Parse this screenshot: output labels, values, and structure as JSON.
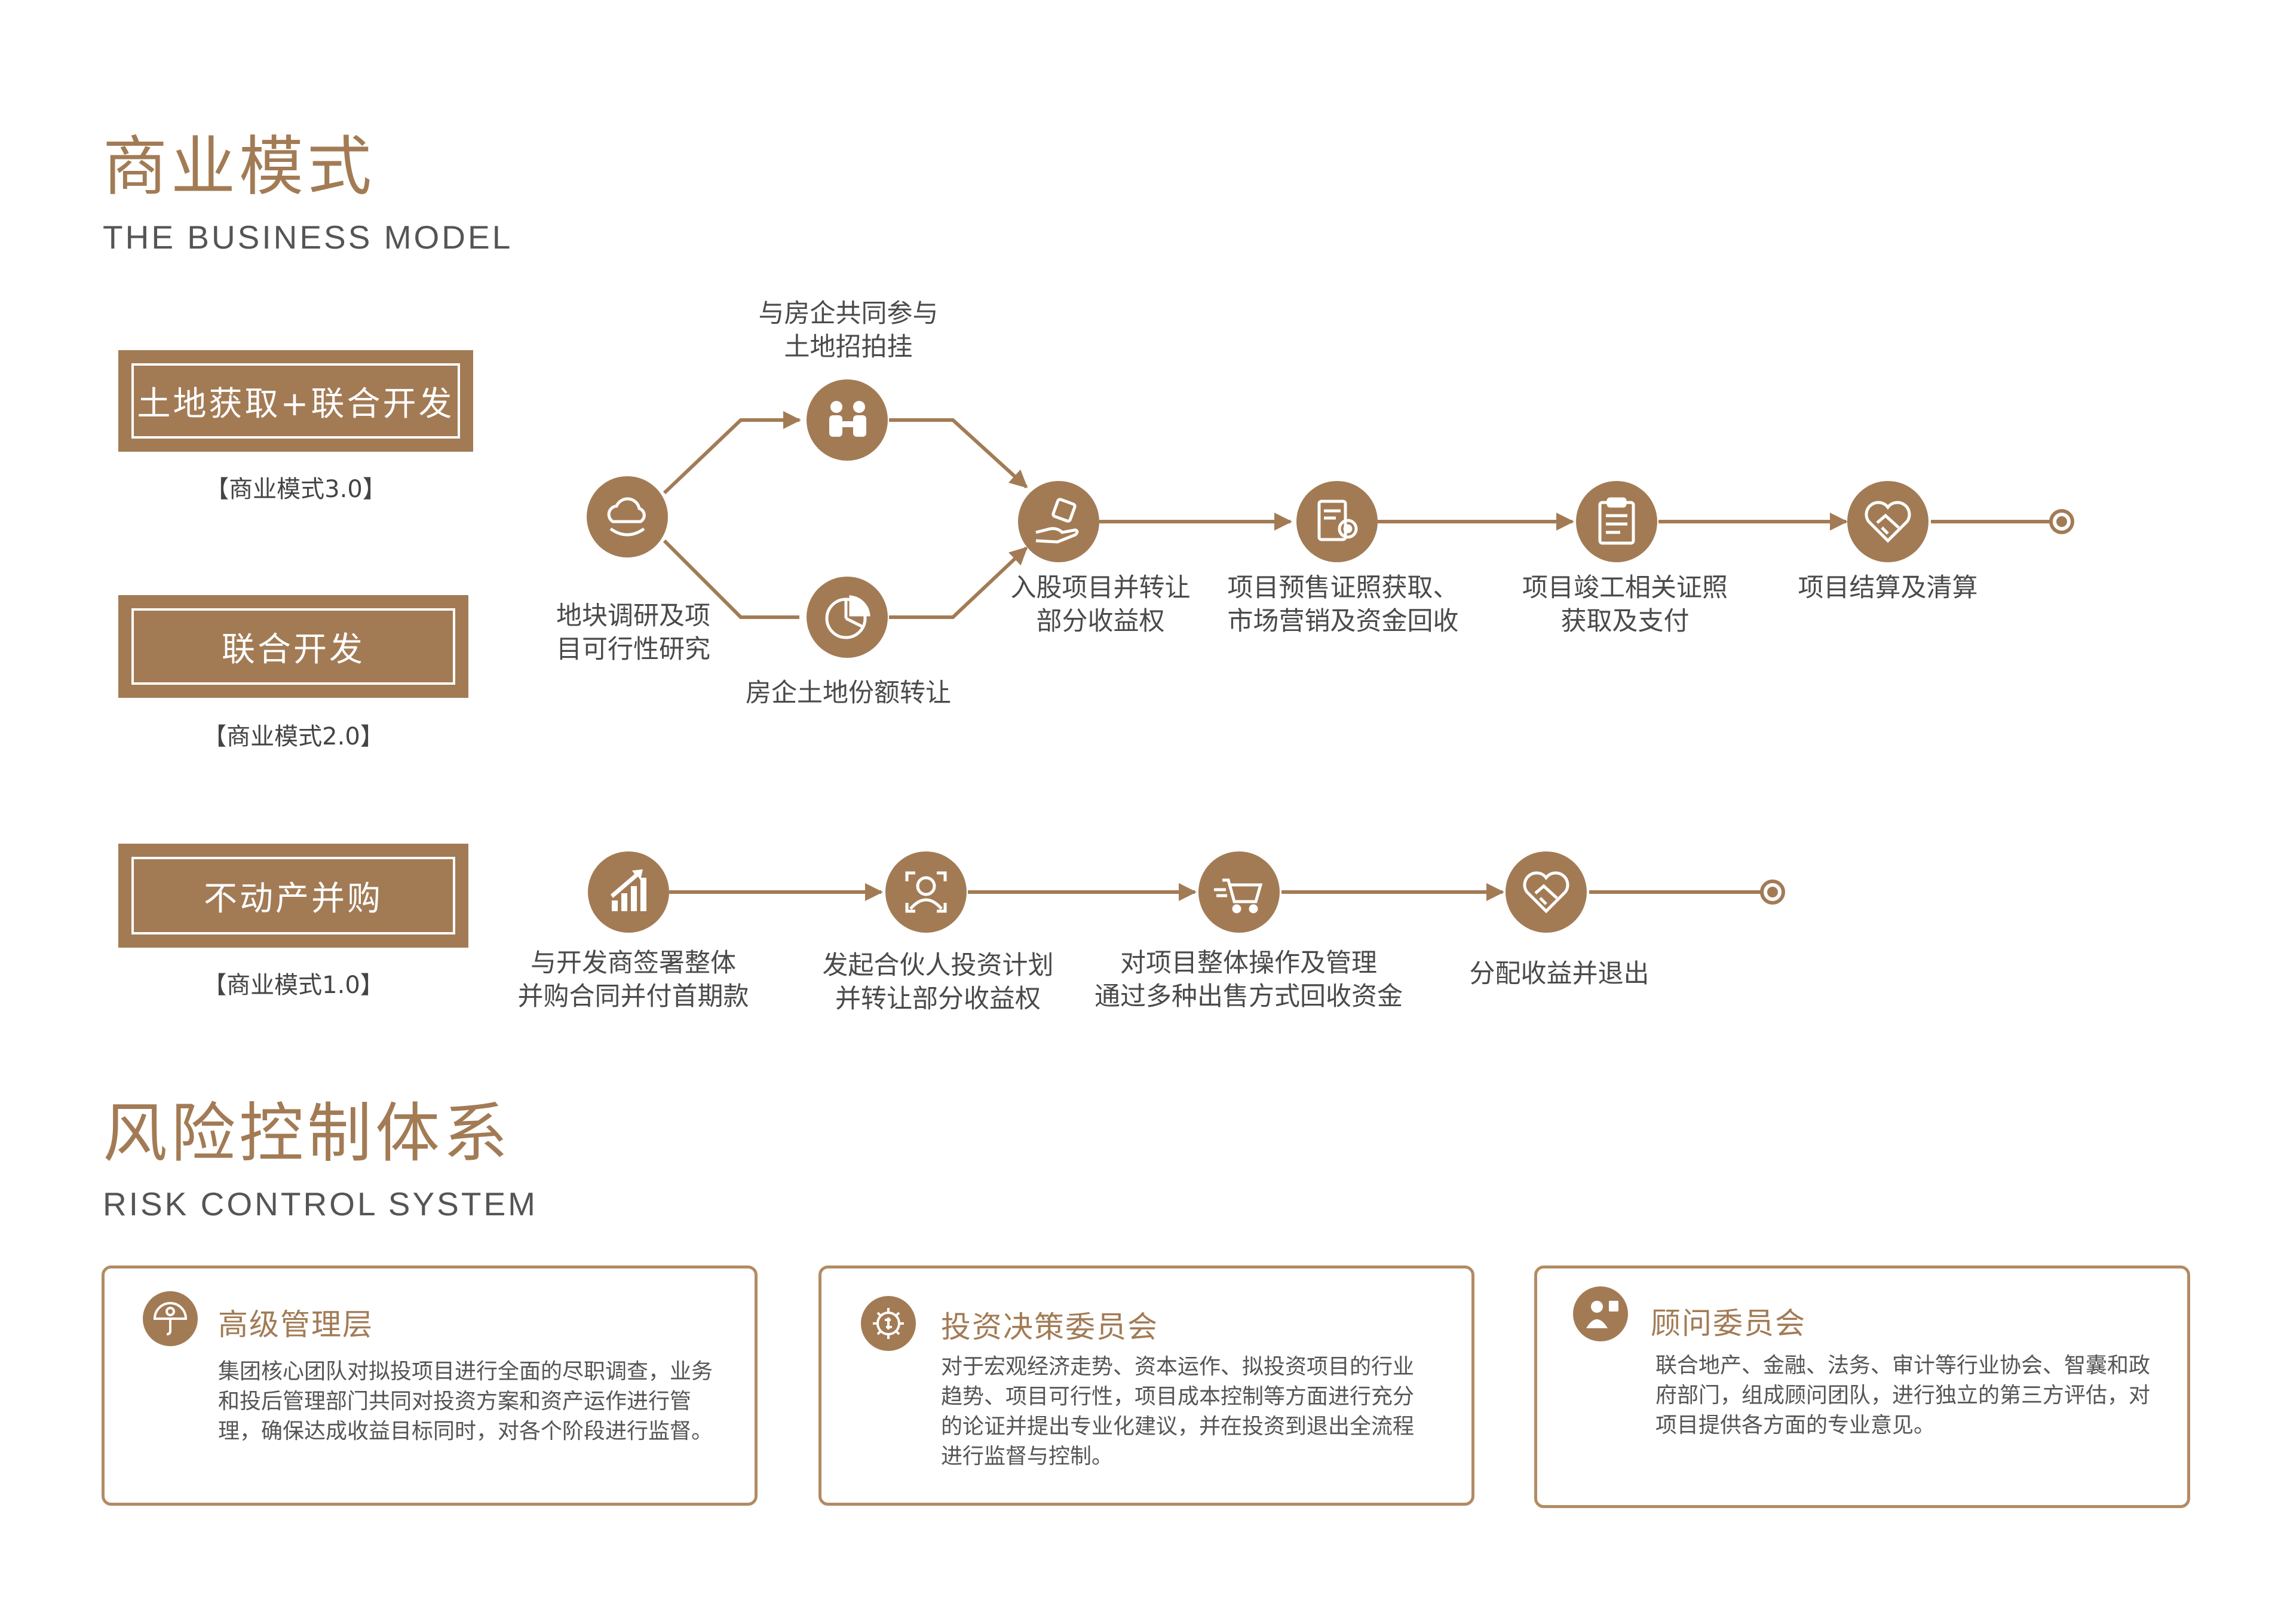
{
  "business": {
    "title": "商业模式",
    "subtitle": "THE  BUSINESS  MODEL",
    "models": [
      {
        "label": "土地获取+联合开发",
        "tag": "【商业模式3.0】"
      },
      {
        "label": "联合开发",
        "tag": "【商业模式2.0】"
      },
      {
        "label": "不动产并购",
        "tag": "【商业模式1.0】"
      }
    ],
    "flow_a": {
      "start": {
        "icon": "cloud-research-icon",
        "label": [
          "地块调研及项",
          "目可行性研究"
        ]
      },
      "upper": {
        "icon": "handshake-people-icon",
        "label": [
          "与房企共同参与",
          "土地招拍挂"
        ]
      },
      "lower": {
        "icon": "pie-chart-icon",
        "label": [
          "房企土地份额转让"
        ]
      },
      "steps": [
        {
          "icon": "hand-puzzle-icon",
          "label": [
            "入股项目并转让",
            "部分收益权"
          ]
        },
        {
          "icon": "document-gear-icon",
          "label": [
            "项目预售证照获取、",
            "市场营销及资金回收"
          ]
        },
        {
          "icon": "clipboard-icon",
          "label": [
            "项目竣工相关证照",
            "获取及支付"
          ]
        },
        {
          "icon": "heart-handshake-icon",
          "label": [
            "项目结算及清算"
          ]
        }
      ]
    },
    "flow_b": {
      "steps": [
        {
          "icon": "growth-chart-icon",
          "label": [
            "与开发商签署整体",
            "并购合同并付首期款"
          ]
        },
        {
          "icon": "user-scan-icon",
          "label": [
            "发起合伙人投资计划",
            "并转让部分收益权"
          ]
        },
        {
          "icon": "shopping-cart-icon",
          "label": [
            "对项目整体操作及管理",
            "通过多种出售方式回收资金"
          ]
        },
        {
          "icon": "heart-handshake-icon",
          "label": [
            "分配收益并退出"
          ]
        }
      ]
    }
  },
  "risk": {
    "title": "风险控制体系",
    "subtitle": "RISK CONTROL SYSTEM",
    "cards": [
      {
        "icon": "umbrella-money-icon",
        "title": "高级管理层",
        "desc": [
          "集团核心团队对拟投项目进行全面的尽职调查，业务",
          "和投后管理部门共同对投资方案和资产运作进行管",
          "理，确保达成收益目标同时，对各个阶段进行监督。"
        ]
      },
      {
        "icon": "gear-money-icon",
        "title": "投资决策委员会",
        "desc": [
          "对于宏观经济走势、资本运作、拟投资项目的行业",
          "趋势、项目可行性，项目成本控制等方面进行充分",
          "的论证并提出专业化建议，并在投资到退出全流程",
          "进行监督与控制。"
        ]
      },
      {
        "icon": "advisor-icon",
        "title": "顾问委员会",
        "desc": [
          "联合地产、金融、法务、审计等行业协会、智囊和政",
          "府部门，组成顾问团队，进行独立的第三方评估，对",
          "项目提供各方面的专业意见。"
        ]
      }
    ]
  },
  "colors": {
    "accent": "#a27b55",
    "border": "#b38b63"
  }
}
